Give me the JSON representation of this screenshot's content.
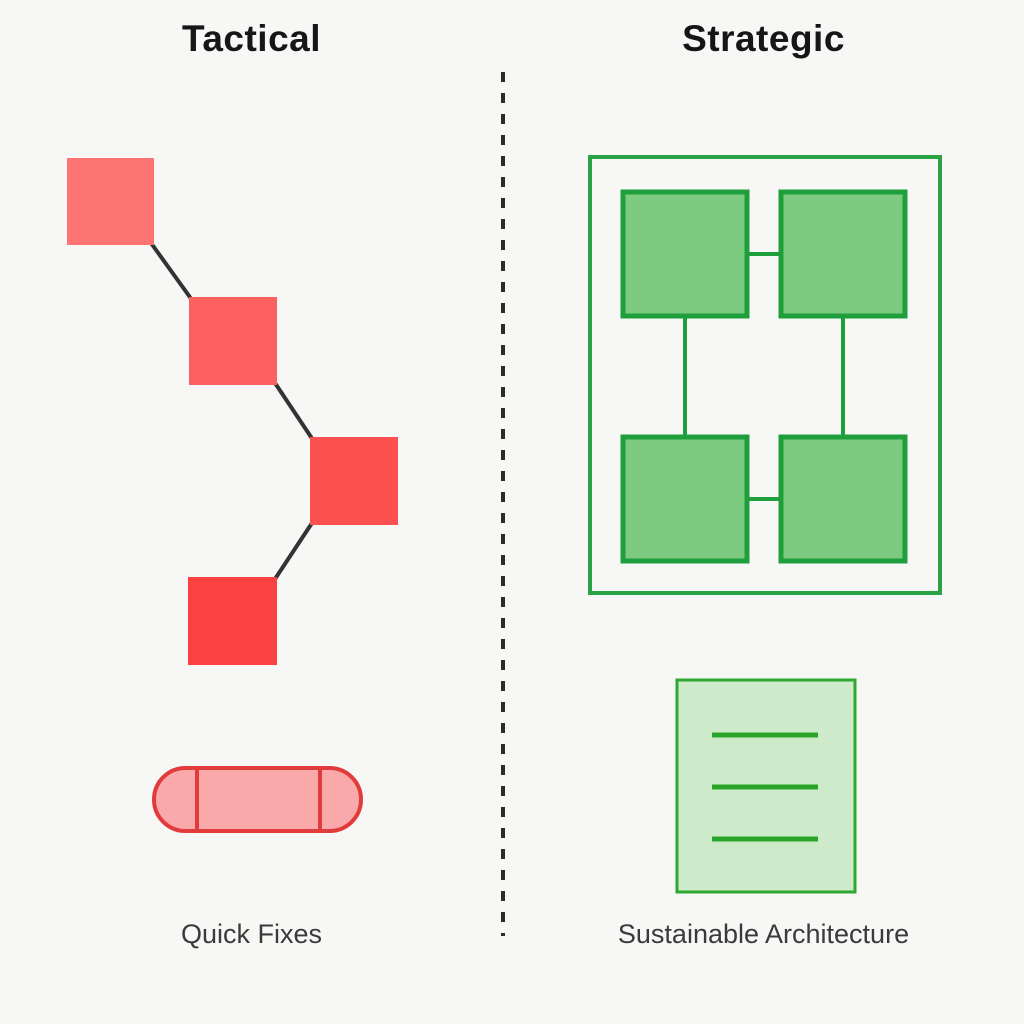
{
  "background_color": "#f7f7f6",
  "divider": {
    "color": "#2b2b2b",
    "style": "dashed-vertical"
  },
  "tactical": {
    "title": "Tactical",
    "caption": "Quick Fixes",
    "connector_color": "#333333",
    "squares": [
      {
        "color": "#fd7473"
      },
      {
        "color": "#fc6160"
      },
      {
        "color": "#fb5150"
      },
      {
        "color": "#fa4341"
      }
    ],
    "pill": {
      "border_color": "#e23b3b",
      "fill_color": "#f9a9a9"
    }
  },
  "strategic": {
    "title": "Strategic",
    "caption": "Sustainable Architecture",
    "container_border_color": "#2ba244",
    "module_fill_color": "#7ccb80",
    "module_border_color": "#1f9e3c",
    "connector_color": "#1f9e3c",
    "document": {
      "fill_color": "#cdebcb",
      "border_color": "#2da830",
      "line_color": "#28a428"
    }
  },
  "title_color": "#161616",
  "caption_color": "#3a3a3a"
}
